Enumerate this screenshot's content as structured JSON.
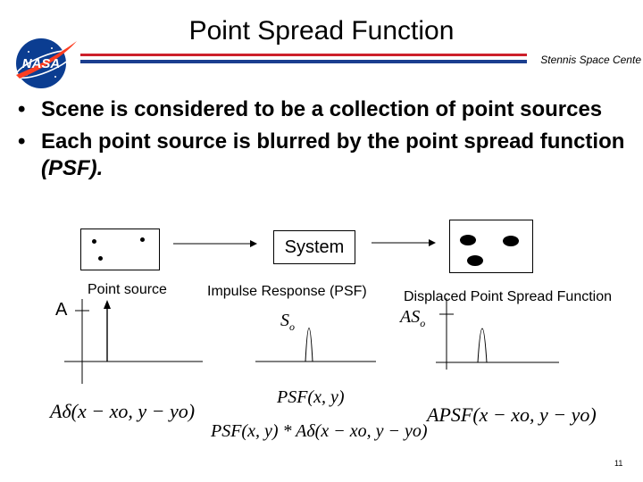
{
  "header": {
    "title": "Point Spread Function",
    "org": "Stennis Space Cente"
  },
  "bullets": [
    {
      "text": "Scene is considered to be a collection of point sources",
      "tail": ""
    },
    {
      "text": "Each point source is blurred by the point spread function ",
      "tail": "(PSF)."
    }
  ],
  "diagram": {
    "system_label": "System",
    "captions": {
      "point_source": "Point source",
      "impulse_response": "Impulse Response (PSF)",
      "displaced_psf": "Displaced Point Spread Function"
    },
    "amplitude_label": "A",
    "so_label": "So",
    "aso_label": "ASo"
  },
  "equations": {
    "point_source": "Aδ(x − xo, y − yo)",
    "psf_xy": "PSF(x, y)",
    "convolution": "PSF(x, y) * Aδ(x − xo, y − yo)",
    "apsf": "APSF(x − xo, y − yo)"
  },
  "footer": {
    "page_number": "11"
  },
  "colors": {
    "rule_red": "#cc1f2b",
    "rule_blue": "#1b3e8f",
    "nasa_blue": "#0b3d91",
    "nasa_red": "#fc3d21"
  }
}
